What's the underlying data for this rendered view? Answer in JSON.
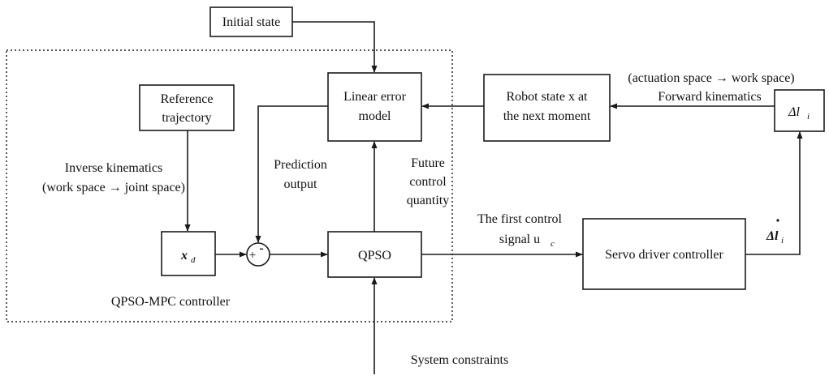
{
  "blocks": {
    "initial_state": "Initial state",
    "reference_trajectory": [
      "Reference",
      "trajectory"
    ],
    "linear_error_model": [
      "Linear error",
      "model"
    ],
    "robot_state": [
      "Robot state x at",
      "the next moment"
    ],
    "qpso": "QPSO",
    "servo_driver": "Servo driver  controller",
    "xd": "x",
    "xd_sub": "d",
    "delta_l": "Δl",
    "delta_l_sub": "i",
    "delta_l_dot": "Δl",
    "delta_l_dot_sub": "i"
  },
  "labels": {
    "inverse_kinematics": [
      "Inverse kinematics",
      "(work space → joint space)"
    ],
    "prediction_output": [
      "Prediction",
      "output"
    ],
    "future_control": [
      "Future",
      "control",
      "quantity"
    ],
    "first_control_signal": [
      "The first control",
      "signal u"
    ],
    "first_control_sub": "c",
    "forward_kinematics": "Forward kinematics",
    "actuation_space": "(actuation space →  work space)",
    "controller_region": "QPSO-MPC controller",
    "system_constraints": "System constraints",
    "sum_plus": "+",
    "sum_minus": "-"
  }
}
